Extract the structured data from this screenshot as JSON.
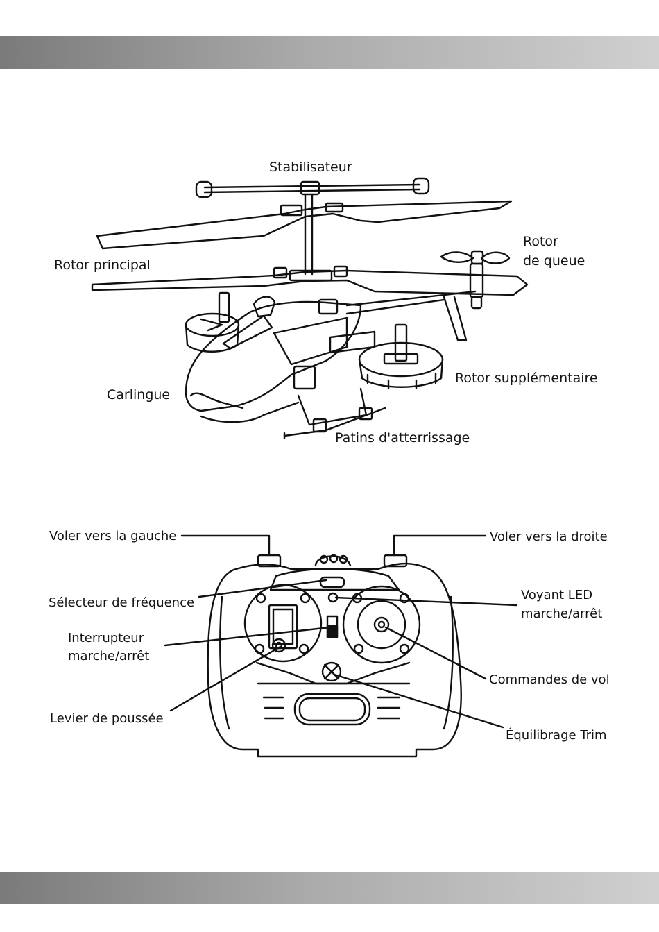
{
  "helicopter_labels": {
    "stabilisateur": "Stabilisateur",
    "rotor_principal": "Rotor principal",
    "rotor_queue_line1": "Rotor",
    "rotor_queue_line2": "de queue",
    "carlingue": "Carlingue",
    "rotor_supplementaire": "Rotor supplémentaire",
    "patins": "Patins d'atterrissage"
  },
  "remote_labels": {
    "voler_gauche": "Voler vers la gauche",
    "voler_droite": "Voler vers la droite",
    "selecteur_frequence": "Sélecteur de fréquence",
    "voyant_line1": "Voyant LED",
    "voyant_line2": "marche/arrêt",
    "interrupteur_line1": "Interrupteur",
    "interrupteur_line2": "marche/arrêt",
    "commandes_vol": "Commandes de vol",
    "levier_poussee": "Levier de poussée",
    "equilibrage_trim": "Équilibrage Trim"
  }
}
